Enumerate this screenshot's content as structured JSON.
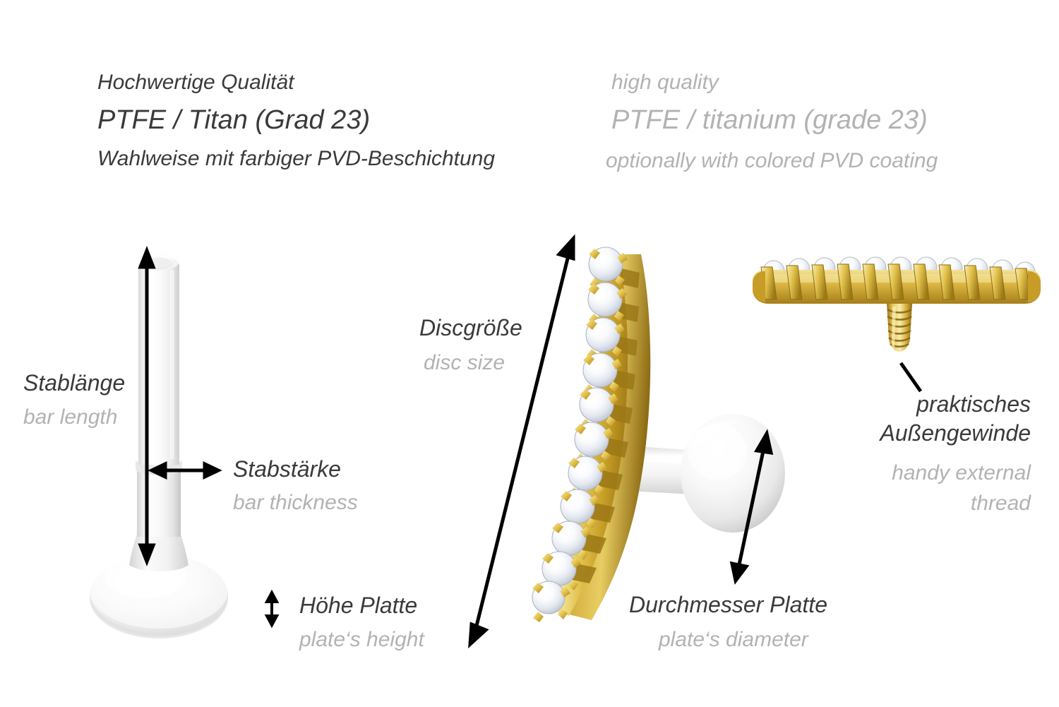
{
  "header": {
    "german": {
      "line1": "Hochwertige Qualität",
      "line2": "PTFE / Titan (Grad 23)",
      "line3": "Wahlweise mit farbiger PVD-Beschichtung"
    },
    "english": {
      "line1": "high quality",
      "line2": "PTFE / titanium (grade 23)",
      "line3": "optionally with colored PVD coating"
    }
  },
  "labels": {
    "bar_length": {
      "de": "Stablänge",
      "en": "bar length"
    },
    "bar_thickness": {
      "de": "Stabstärke",
      "en": "bar thickness"
    },
    "plate_height": {
      "de": "Höhe Platte",
      "en": "plate‘s height"
    },
    "disc_size": {
      "de": "Discgröße",
      "en": "disc size"
    },
    "plate_diameter": {
      "de": "Durchmesser Platte",
      "en": "plate‘s diameter"
    },
    "external_thread": {
      "de_line1": "praktisches",
      "de_line2": "Außengewinde",
      "en_line1": "handy external",
      "en_line2": "thread"
    }
  },
  "colors": {
    "text_german": "#3a3a3a",
    "text_english": "#b2b2b2",
    "arrow": "#000000",
    "gold_light": "#f2e08c",
    "gold_mid": "#e3c356",
    "gold_deep": "#bf9722",
    "gold_shadow": "#96741a",
    "ptfe_light": "#ffffff",
    "ptfe_shade": "#dcdcdc",
    "crystal": "#ffffff",
    "background": "#ffffff"
  },
  "products": {
    "ptfe_labret": {
      "name": "PTFE labret bar with flat disc base",
      "material": "PTFE"
    },
    "crystal_disc": {
      "name": "curved gold crystal-set bar attachment",
      "crystal_count": 11
    },
    "thread_view": {
      "name": "side view of gold crystal bar with external screw thread",
      "prong_count": 11
    }
  },
  "measure_arrows": [
    {
      "name": "bar-length-arrow",
      "orientation": "vertical",
      "heads": "both"
    },
    {
      "name": "bar-thickness-arrow",
      "orientation": "horizontal",
      "heads": "both"
    },
    {
      "name": "plate-height-arrow",
      "orientation": "vertical",
      "heads": "both"
    },
    {
      "name": "disc-size-arrow",
      "orientation": "diagonal",
      "heads": "both"
    },
    {
      "name": "plate-diameter-arrow",
      "orientation": "diagonal",
      "heads": "both"
    },
    {
      "name": "thread-leader-line",
      "orientation": "diagonal",
      "heads": "none"
    }
  ]
}
